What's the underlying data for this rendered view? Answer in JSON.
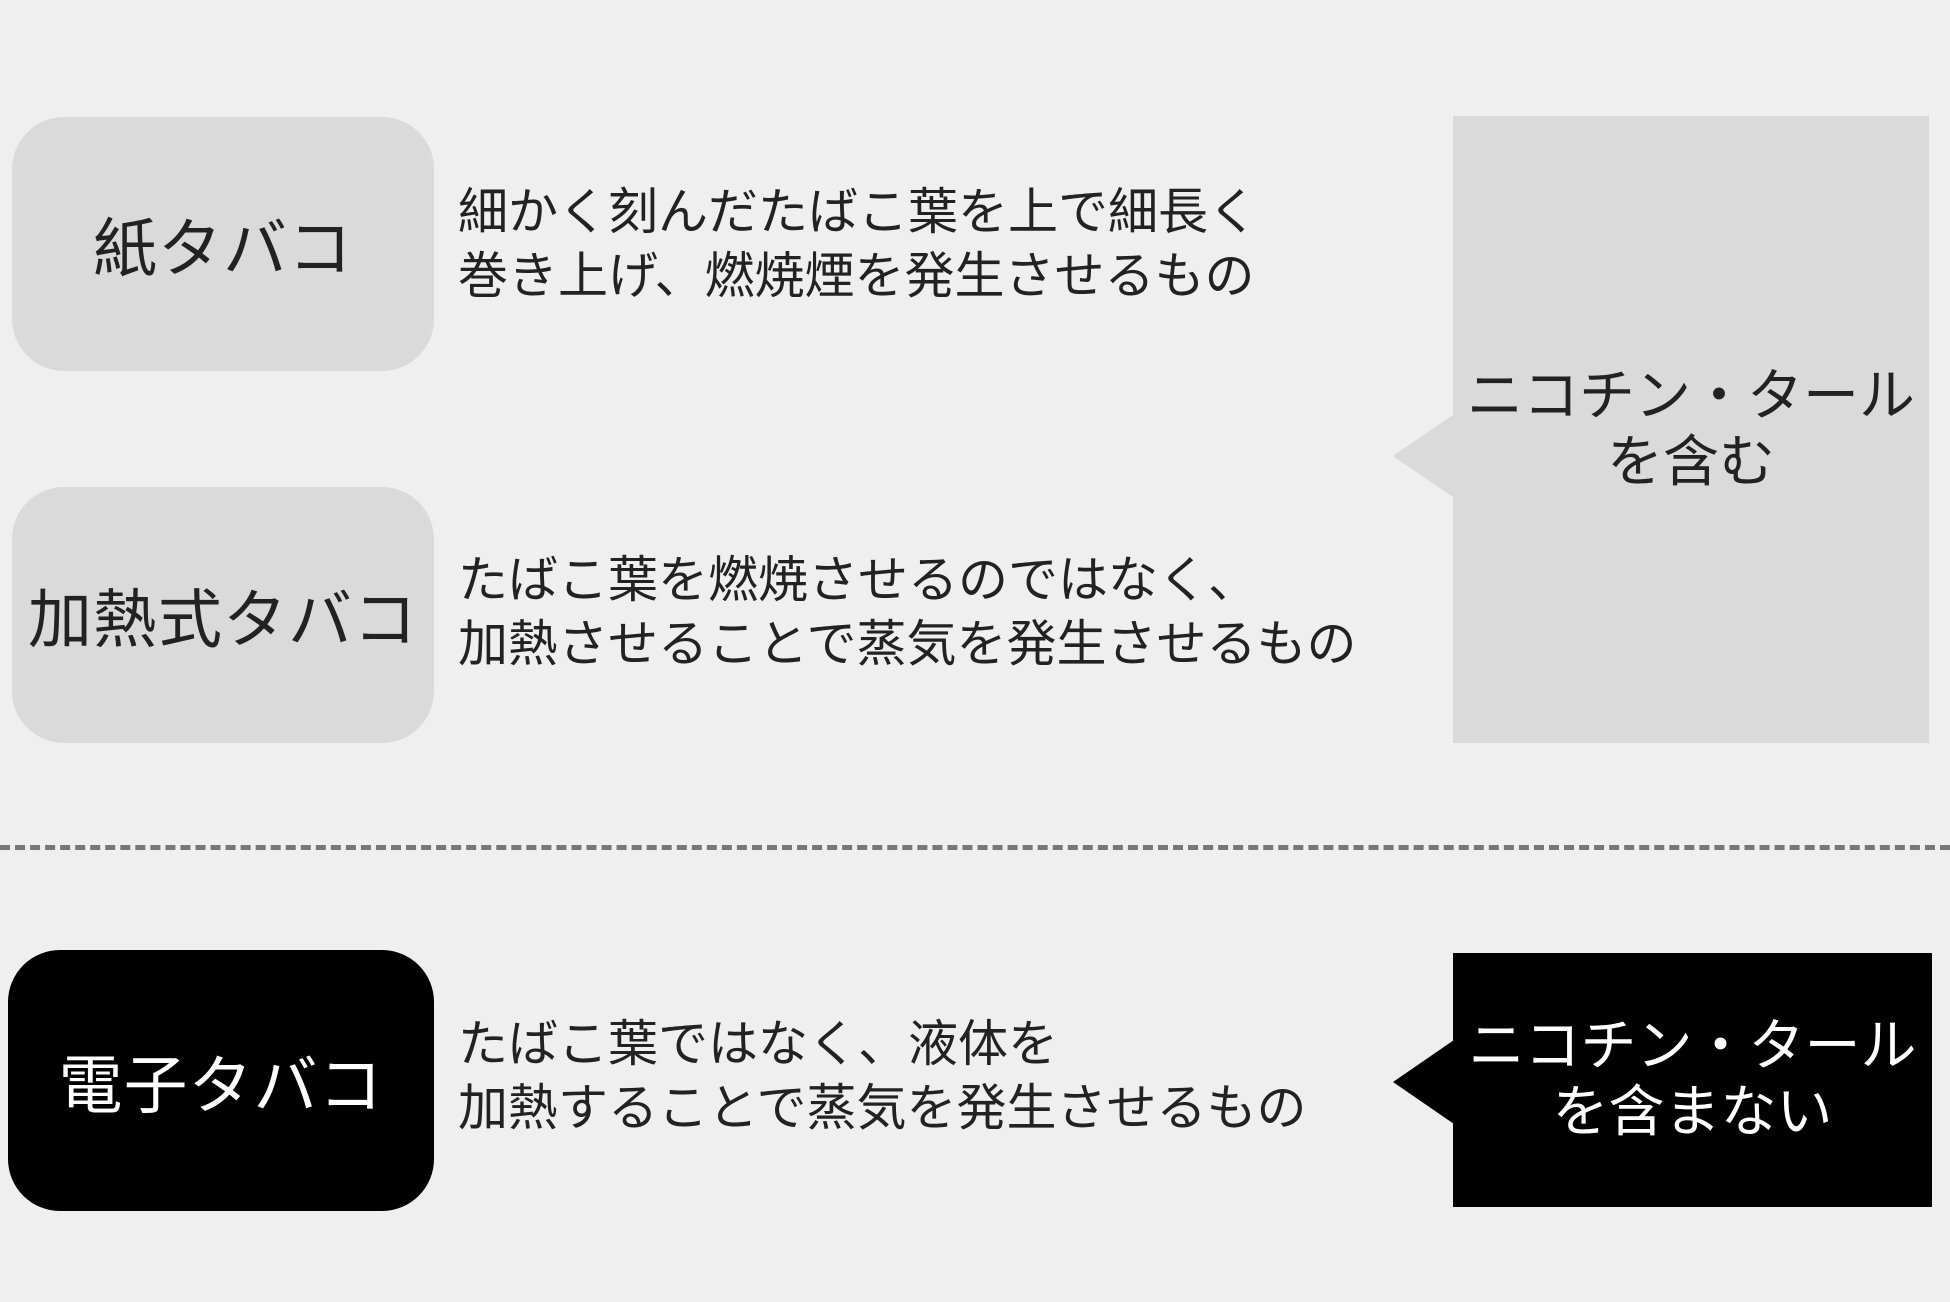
{
  "categories": [
    {
      "name": "紙タバコ",
      "description": [
        "細かく刻んだたばこ葉を上で細長く",
        "巻き上げ、燃焼煙を発生させるもの"
      ]
    },
    {
      "name": "加熱式タバコ",
      "description": [
        "たばこ葉を燃焼させるのではなく、",
        "加熱させることで蒸気を発生させるもの"
      ]
    },
    {
      "name": "電子タバコ",
      "description": [
        "たばこ葉ではなく、液体を",
        "加熱することで蒸気を発生させるもの"
      ]
    }
  ],
  "callouts": {
    "contains": [
      "ニコチン・タール",
      "を含む"
    ],
    "not_contains": [
      "ニコチン・タール",
      "を含まない"
    ]
  },
  "colors": {
    "background": "#efefef",
    "gray_box": "#dadada",
    "black_box": "#000000",
    "divider": "#777777"
  }
}
